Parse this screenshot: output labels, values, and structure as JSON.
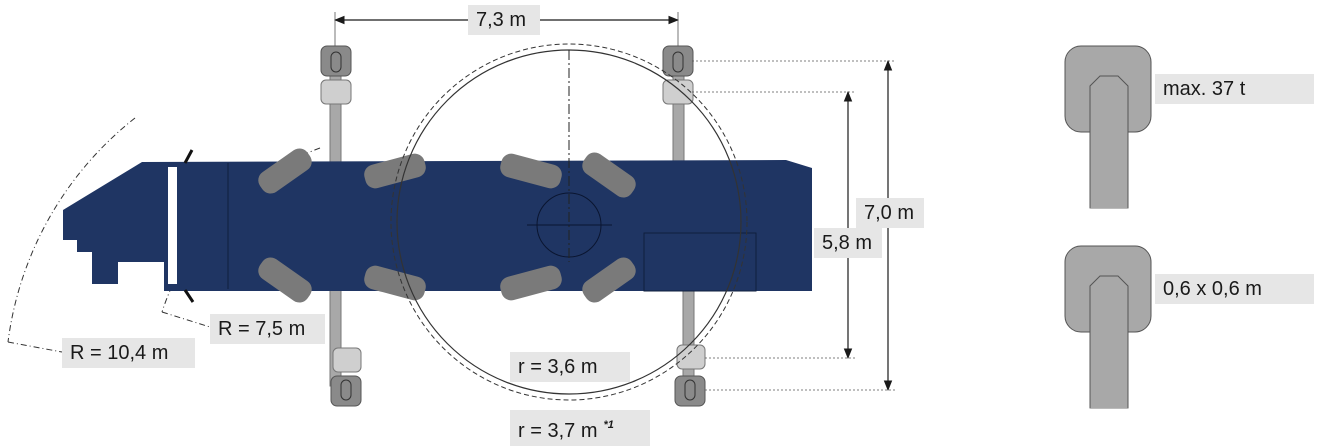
{
  "dimensions": {
    "outrigger_span_longitudinal": "7,3 m",
    "outrigger_span_transverse_max": "7,0 m",
    "outrigger_span_transverse_partial": "5,8 m",
    "turning_radius_outer": "R = 10,4 m",
    "turning_radius_inner": "R = 7,5 m",
    "superstructure_radius": "r = 3,6 m",
    "counterweight_radius": "r = 3,7 m",
    "counterweight_footnote": "*1"
  },
  "outrigger_pad": {
    "max_load": "max. 37 t",
    "pad_size": "0,6 x 0,6 m"
  },
  "colors": {
    "carrier": "#1f3563",
    "tyre": "#7a7a7a",
    "outrigger": "#a8a8a8",
    "label_bg": "#e6e6e6"
  }
}
